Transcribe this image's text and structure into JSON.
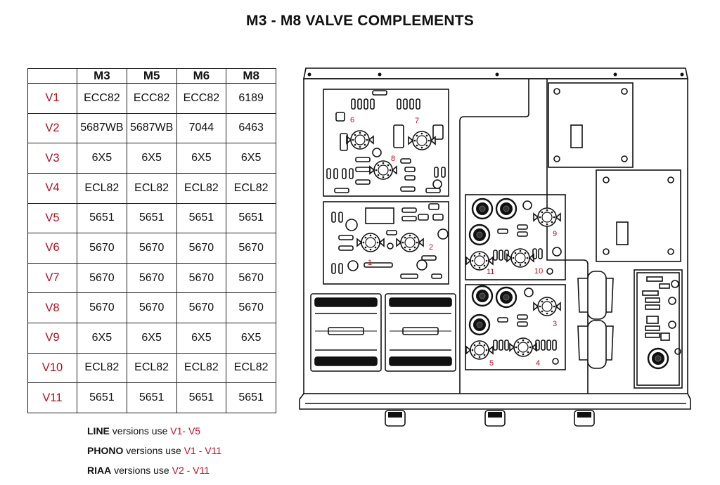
{
  "title": "M3 - M8 VALVE COMPLEMENTS",
  "table": {
    "columns": [
      "M3",
      "M5",
      "M6",
      "M8"
    ],
    "rows": [
      {
        "label": "V1",
        "values": [
          "ECC82",
          "ECC82",
          "ECC82",
          "6189"
        ]
      },
      {
        "label": "V2",
        "values": [
          "5687WB",
          "5687WB",
          "7044",
          "6463"
        ]
      },
      {
        "label": "V3",
        "values": [
          "6X5",
          "6X5",
          "6X5",
          "6X5"
        ]
      },
      {
        "label": "V4",
        "values": [
          "ECL82",
          "ECL82",
          "ECL82",
          "ECL82"
        ]
      },
      {
        "label": "V5",
        "values": [
          "5651",
          "5651",
          "5651",
          "5651"
        ]
      },
      {
        "label": "V6",
        "values": [
          "5670",
          "5670",
          "5670",
          "5670"
        ]
      },
      {
        "label": "V7",
        "values": [
          "5670",
          "5670",
          "5670",
          "5670"
        ]
      },
      {
        "label": "V8",
        "values": [
          "5670",
          "5670",
          "5670",
          "5670"
        ]
      },
      {
        "label": "V9",
        "values": [
          "6X5",
          "6X5",
          "6X5",
          "6X5"
        ]
      },
      {
        "label": "V10",
        "values": [
          "ECL82",
          "ECL82",
          "ECL82",
          "ECL82"
        ]
      },
      {
        "label": "V11",
        "values": [
          "5651",
          "5651",
          "5651",
          "5651"
        ]
      }
    ]
  },
  "notes": [
    {
      "bold": "LINE",
      "text": " versions use ",
      "range": "V1- V5"
    },
    {
      "bold": "PHONO",
      "text": " versions use ",
      "range": "V1 - V11"
    },
    {
      "bold": "RIAA",
      "text": " versions use ",
      "range": "V2 - V11"
    }
  ],
  "diagram": {
    "valve_numbers": [
      "1",
      "2",
      "3",
      "4",
      "5",
      "6",
      "7",
      "8",
      "9",
      "10",
      "11"
    ],
    "label_color": "#b01020"
  }
}
